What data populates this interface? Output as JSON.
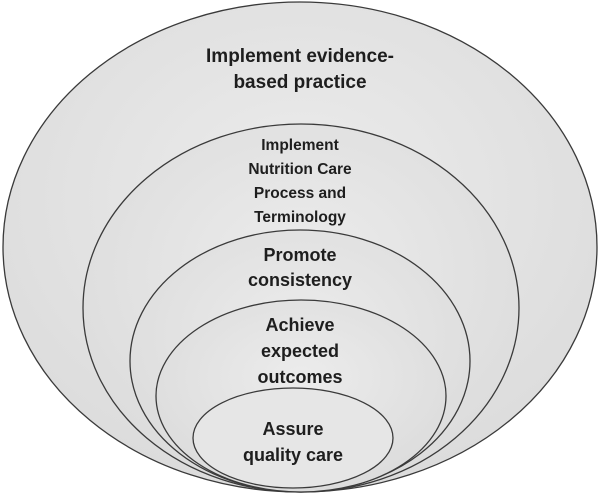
{
  "diagram": {
    "type": "nested-ellipses",
    "fill_color": "#e4e4e4",
    "stroke_color": "#3a3a3a",
    "levels": [
      {
        "lines": [
          "Implement evidence-",
          "based practice"
        ]
      },
      {
        "lines": [
          "Implement",
          "Nutrition Care",
          "Process and",
          "Terminology"
        ]
      },
      {
        "lines": [
          "Promote",
          "consistency"
        ]
      },
      {
        "lines": [
          "Achieve",
          "expected",
          "outcomes"
        ]
      },
      {
        "lines": [
          "Assure",
          "quality care"
        ]
      }
    ]
  }
}
